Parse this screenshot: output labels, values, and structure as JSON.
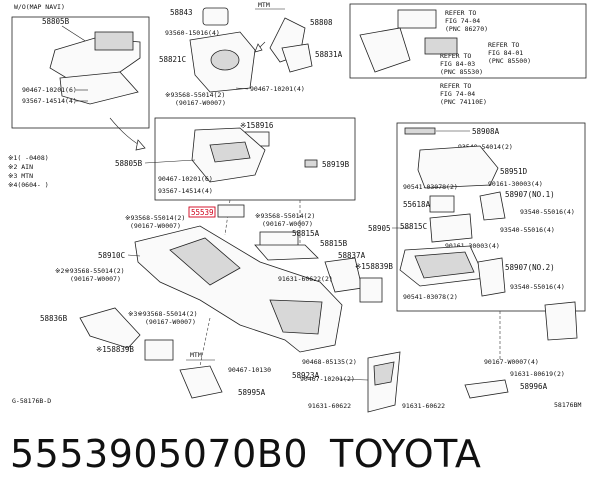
{
  "caption": {
    "part_number": "5553905070B0",
    "brand": "TOYOTA"
  },
  "notes": {
    "code_left": "G-58176B-D",
    "code_right": "58176BM"
  },
  "boxes": {
    "map_navi": "W/O(MAP NAVI)",
    "mtm_top": "MTM",
    "mtm_bottom": "MTM"
  },
  "legend": [
    "※1(    -0408)",
    "※2 AIN",
    "※3 MTN",
    "※4(0604-    )"
  ],
  "refs": [
    "REFER TO",
    "FIG 74-04",
    "(PNC 86270)",
    "REFER TO",
    "FIG 84-03",
    "(PNC 85530)",
    "REFER TO",
    "FIG 84-01",
    "(PNC 85500)",
    "REFER TO",
    "FIG 74-04",
    "(PNC 74110E)"
  ],
  "labels": {
    "p58805b_top": "58805B",
    "p90467_l1": "90467-10201(6)",
    "p93567_l1": "93567-14514(4)",
    "p58843": "58843",
    "p58808": "58808",
    "p93560": "93560-15016(4)",
    "p58821c": "58821C",
    "p58831a": "58831A",
    "p90467_r1": "90467-10201(4)",
    "p93568_a": "※93568-55014(2)",
    "p90167_a": "(90167-W0007)",
    "p158916": "※158916",
    "p58805b_mid": "58805B",
    "p90467_m": "90467-10201(6)",
    "p93567_m": "93567-14514(4)",
    "p58919b": "58919B",
    "p55539_hl": "55539",
    "p93568_b": "※93568-55014(2)",
    "p90167_b": "(90167-W0007)",
    "p93568_c": "※93568-55014(2)",
    "p90167_c": "(90167-W0007)",
    "p58815a": "58815A",
    "p58815b": "58815B",
    "p58910c": "58910C",
    "p93568_d": "※2※93568-55014(2)",
    "p90167_d": "(90167-W0007)",
    "p58837a": "58837A",
    "p158839b": "※158839B",
    "p91631_a": "91631-60622(2)",
    "p58836b": "58836B",
    "p93568_e": "※3※93568-55014(2)",
    "p90167_e": "(90167-W0007)",
    "p158839b_b": "※158839B",
    "p90467_x": "90467-10130",
    "p58995a": "58995A",
    "p90468": "90468-05135(2)",
    "p90467_y": "90467-10201(2)",
    "p58923a": "58923A",
    "p91631_b": "91631-60622",
    "p91631_c": "91631-60622",
    "p58908a": "58908A",
    "p93540_a": "93540-54014(2)",
    "p58951d": "58951D",
    "p90541_a": "90541-03078(2)",
    "p90161_a": "90161-30003(4)",
    "p55618a": "55618A",
    "p58907_1": "58907(NO.1)",
    "p93540_b": "93540-55016(4)",
    "p58905": "58905",
    "p58815c": "58815C",
    "p93540_c": "93540-55016(4)",
    "p90161_b": "90161-30003(4)",
    "p58907_2": "58907(NO.2)",
    "p93540_d": "93540-55016(4)",
    "p90541_b": "90541-03078(2)",
    "p90167_f": "90167-W0007(4)",
    "p91631_d": "91631-80619(2)",
    "p58996a": "58996A"
  }
}
